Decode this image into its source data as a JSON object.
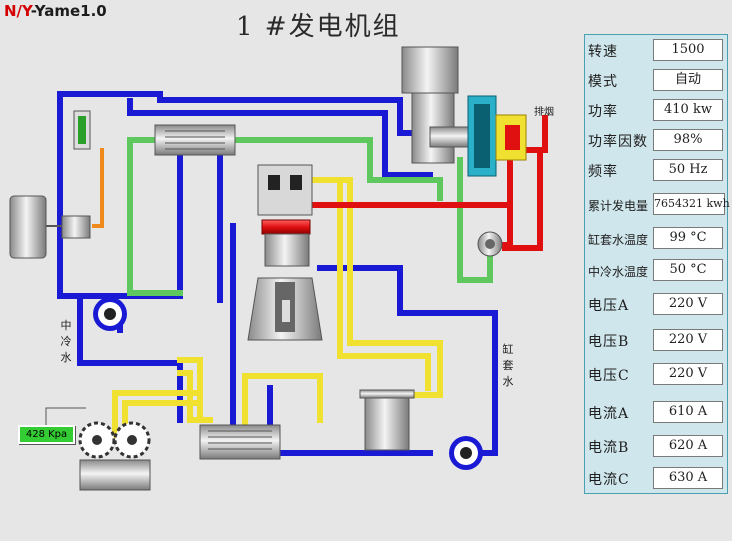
{
  "logo": {
    "part1": "N/Y",
    "part2": "-Yame1.0"
  },
  "title": "1 #发电机组",
  "labels": {
    "exhaust": "排烟",
    "intercooler_water": [
      "中",
      "冷",
      "水"
    ],
    "jacket_water": [
      "缸",
      "套",
      "水"
    ]
  },
  "oil_pressure": "428 Kpa",
  "panel": {
    "rows": [
      {
        "label": "转速",
        "value": "1500"
      },
      {
        "label": "模式",
        "value": "自动"
      },
      {
        "label": "功率",
        "value": "410  kw"
      },
      {
        "label": "功率因数",
        "value": "98%"
      },
      {
        "label": "频率",
        "value": "50 Hz"
      },
      {
        "label": "累计发电量",
        "value": "7654321 kwh"
      },
      {
        "label": "缸套水温度",
        "value": "99 °C"
      },
      {
        "label": "中冷水温度",
        "value": "50 °C"
      },
      {
        "label": "电压A",
        "value": "220  V"
      },
      {
        "label": "电压B",
        "value": "220  V"
      },
      {
        "label": "电压C",
        "value": "220  V"
      },
      {
        "label": "电流A",
        "value": "610   A"
      },
      {
        "label": "电流B",
        "value": "620   A"
      },
      {
        "label": "电流C",
        "value": "630   A"
      }
    ]
  },
  "colors": {
    "blue_pipe": "#1a1ad4",
    "green_pipe": "#5ec85e",
    "yellow_pipe": "#f0e030",
    "red_pipe": "#e01010",
    "orange_pipe": "#f08a1a",
    "panel_bg": "#cfe6ec"
  }
}
